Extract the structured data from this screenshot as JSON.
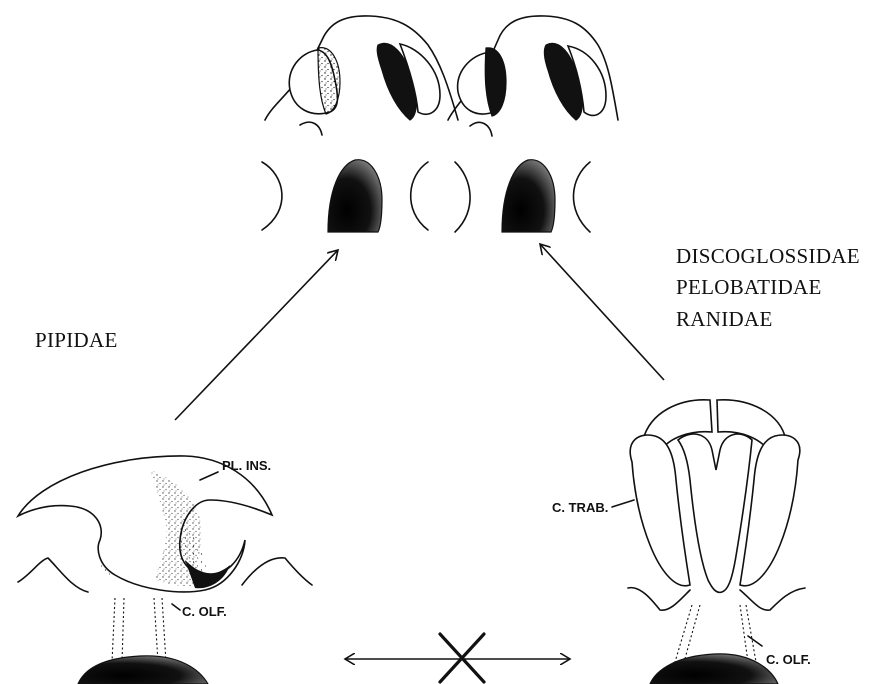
{
  "groups": {
    "left_label": "PIPIDAE",
    "right_labels": [
      "DISCOGLOSSIDAE",
      "PELOBATIDAE",
      "RANIDAE"
    ]
  },
  "labels": {
    "pl_ins": "PL. INS.",
    "c_olf_left": "C. OLF.",
    "c_trab": "C. TRAB.",
    "c_olf_right": "C. OLF."
  },
  "symbols": {
    "no_link": "×"
  }
}
